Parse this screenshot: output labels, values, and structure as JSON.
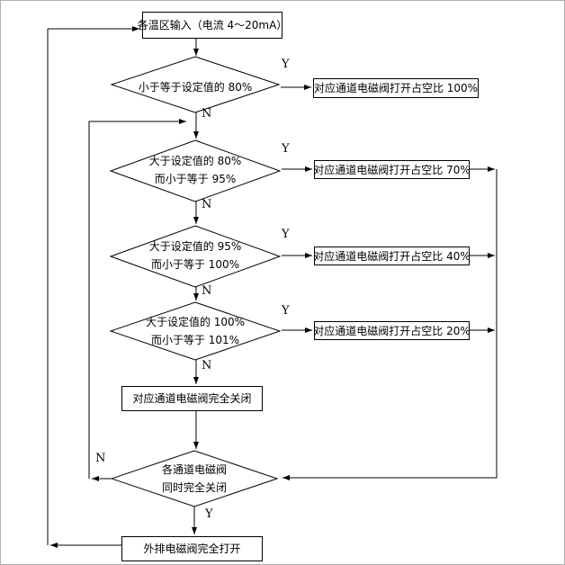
{
  "diagram_title": "temperature-zone-solenoid-valve-control-flowchart",
  "labels": {
    "yes": "Y",
    "no": "N"
  },
  "nodes": {
    "input": "各温区输入（电流 4～20mA）",
    "d1": {
      "line1": "小于等于设定值的 80%"
    },
    "d2": {
      "line1": "大于设定值的 80%",
      "line2": "而小于等于 95%"
    },
    "d3": {
      "line1": "大于设定值的 95%",
      "line2": "而小于等于 100%"
    },
    "d4": {
      "line1": "大于设定值的 100%",
      "line2": "而小于等于 101%"
    },
    "d5": {
      "line1": "各通道电磁阀",
      "line2": "同时完全关闭"
    },
    "out100": "对应通道电磁阀打开占空比 100%",
    "out70": "对应通道电磁阀打开占空比 70%",
    "out40": "对应通道电磁阀打开占空比 40%",
    "out20": "对应通道电磁阀打开占空比 20%",
    "close_all": "对应通道电磁阀完全关闭",
    "exhaust_open": "外排电磁阀完全打开"
  },
  "colors": {
    "line": "#000000",
    "background": "#ffffff"
  }
}
